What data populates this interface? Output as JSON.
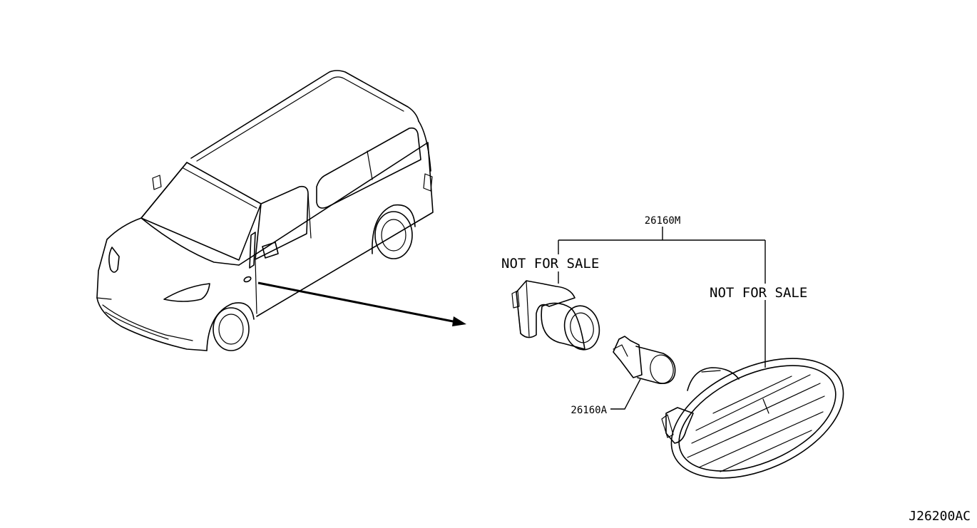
{
  "diagram": {
    "part_numbers": {
      "lamp_assembly": "26160M",
      "bulb": "26160A"
    },
    "labels": {
      "not_for_sale_socket": "NOT FOR SALE",
      "not_for_sale_housing": "NOT FOR SALE"
    },
    "figure_code": "J26200AC",
    "colors": {
      "line": "#000000",
      "background": "#ffffff"
    }
  }
}
